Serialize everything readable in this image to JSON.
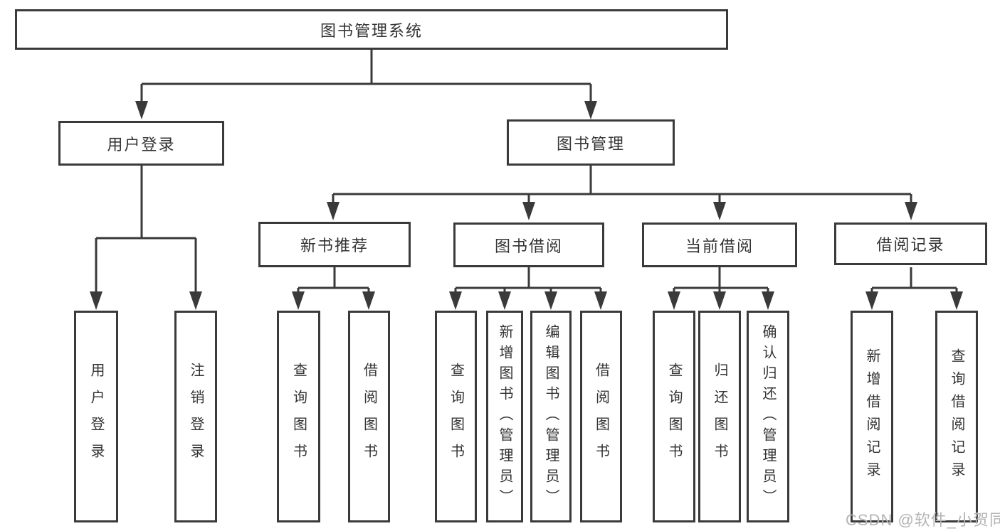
{
  "tree": {
    "label": "图书管理系统",
    "children": [
      {
        "label": "用户登录",
        "children": [
          {
            "label": "用户登录"
          },
          {
            "label": "注销登录"
          }
        ]
      },
      {
        "label": "图书管理",
        "children": [
          {
            "label": "新书推荐",
            "children": [
              {
                "label": "查询图书"
              },
              {
                "label": "借阅图书"
              }
            ]
          },
          {
            "label": "图书借阅",
            "children": [
              {
                "label": "查询图书"
              },
              {
                "label": "新增图书（管理员）"
              },
              {
                "label": "编辑图书（管理员）"
              },
              {
                "label": "借阅图书"
              }
            ]
          },
          {
            "label": "当前借阅",
            "children": [
              {
                "label": "查询图书"
              },
              {
                "label": "归还图书"
              },
              {
                "label": "确认归还（管理员）"
              }
            ]
          },
          {
            "label": "借阅记录",
            "children": [
              {
                "label": "新增借阅记录"
              },
              {
                "label": "查询借阅记录"
              }
            ]
          }
        ]
      }
    ]
  },
  "watermark": {
    "text": "CSDN @软件_小贺同学"
  },
  "colors": {
    "line": "#3a3a3a",
    "text": "#333333",
    "watermark": "#b4b4b4",
    "background": "#ffffff"
  }
}
